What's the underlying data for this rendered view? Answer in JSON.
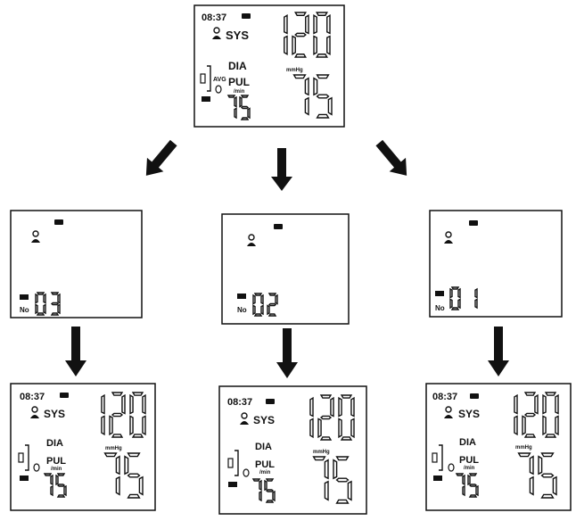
{
  "top_display": {
    "time": "08:37",
    "sys_label": "SYS",
    "dia_label": "DIA",
    "pul_label": "PUL",
    "per_min": "/min",
    "unit": "mmHg",
    "avg_label": "AVG",
    "sys_value": "120",
    "dia_value": "75",
    "pul_value": "75"
  },
  "memory_screens": [
    {
      "no_label": "No",
      "number": "03"
    },
    {
      "no_label": "No",
      "number": "02"
    },
    {
      "no_label": "No",
      "number": "01"
    }
  ],
  "result_screens": [
    {
      "time": "08:37",
      "sys_label": "SYS",
      "dia_label": "DIA",
      "pul_label": "PUL",
      "per_min": "/min",
      "unit": "mmHg",
      "sys_value": "120",
      "dia_value": "75",
      "pul_value": "75"
    },
    {
      "time": "08:37",
      "sys_label": "SYS",
      "dia_label": "DIA",
      "pul_label": "PUL",
      "per_min": "/min",
      "unit": "mmHg",
      "sys_value": "120",
      "dia_value": "75",
      "pul_value": "75"
    },
    {
      "time": "08:37",
      "sys_label": "SYS",
      "dia_label": "DIA",
      "pul_label": "PUL",
      "per_min": "/min",
      "unit": "mmHg",
      "sys_value": "120",
      "dia_value": "75",
      "pul_value": "75"
    }
  ]
}
